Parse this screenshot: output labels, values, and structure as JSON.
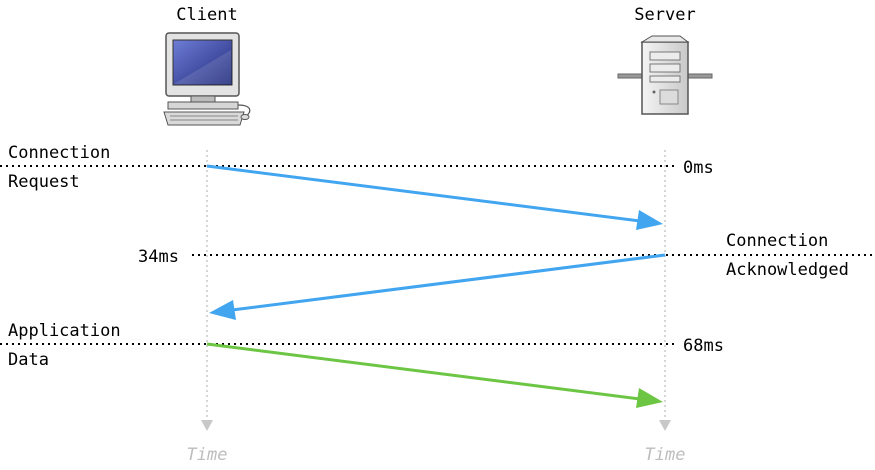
{
  "client": {
    "title": "Client",
    "icon": "desktop-computer-icon"
  },
  "server": {
    "title": "Server",
    "icon": "server-tower-icon"
  },
  "timeline": {
    "label": "Time"
  },
  "events": [
    {
      "left_line1": "Connection",
      "left_line2": "Request",
      "right_line1": "",
      "right_line2": "",
      "time": "0ms"
    },
    {
      "left_line1": "",
      "left_line2": "",
      "right_line1": "Connection",
      "right_line2": "Acknowledged",
      "time": "34ms"
    },
    {
      "left_line1": "Application",
      "left_line2": "Data",
      "right_line1": "",
      "right_line2": "",
      "time": "68ms"
    }
  ],
  "colors": {
    "request_arrow": "#42a5f0",
    "ack_arrow": "#42a5f0",
    "data_arrow": "#6cc644",
    "timeline": "#c8c8c8",
    "dotted": "#000000"
  }
}
